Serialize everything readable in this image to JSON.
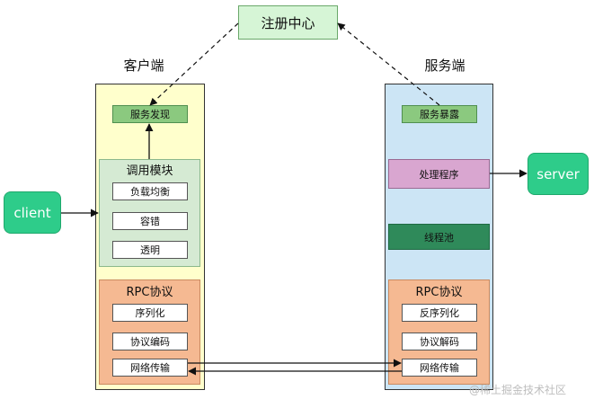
{
  "registry": {
    "label": "注册中心"
  },
  "client_side": {
    "title": "客户端",
    "discovery": "服务发现",
    "call_module": {
      "title": "调用模块",
      "items": [
        "负载均衡",
        "容错",
        "透明"
      ]
    },
    "rpc": {
      "title": "RPC协议",
      "items": [
        "序列化",
        "协议编码",
        "网络传输"
      ]
    }
  },
  "server_side": {
    "title": "服务端",
    "exposure": "服务暴露",
    "handler": "处理程序",
    "thread_pool": "线程池",
    "rpc": {
      "title": "RPC协议",
      "items": [
        "反序列化",
        "协议解码",
        "网络传输"
      ]
    }
  },
  "external": {
    "client": "client",
    "server": "server"
  },
  "watermark": "@稀土掘金技术社区",
  "colors": {
    "registry_fill": "#d6f5d6",
    "client_panel": "#ffffcc",
    "server_panel": "#cce5f5",
    "discovery_fill": "#8bc97f",
    "call_module_fill": "#d5ead3",
    "rpc_fill": "#f5b992",
    "handler_fill": "#d9a6d0",
    "thread_pool_fill": "#2f8a5a",
    "pill_fill": "#2ecc8a"
  }
}
